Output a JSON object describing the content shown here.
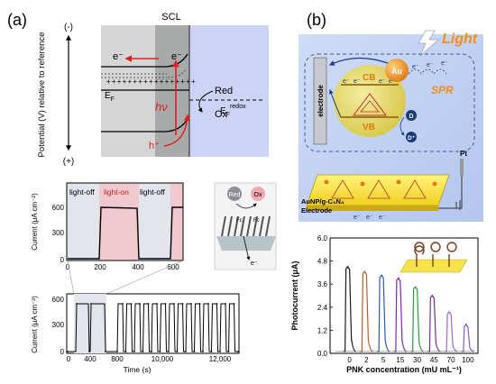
{
  "panel_a": {
    "label": "(a)",
    "energy": {
      "y_axis_label": "Potential (V) relative to reference",
      "top_sign": "(-)",
      "bottom_sign": "(+)",
      "scl": "SCL",
      "e1": "e⁻",
      "e2": "e⁻",
      "ef": "E",
      "ef_sub": "F",
      "hv": "hν",
      "h_plus": "h⁺",
      "red": "Red",
      "ox": "Ox",
      "ef_redox": "E",
      "ef_redox_sub": "F",
      "ef_redox_sup": "redox"
    },
    "upper_plot": {
      "y_label": "Current (μA cm⁻²)",
      "y_ticks": [
        "0",
        "300",
        "600"
      ],
      "x_ticks": [
        "0",
        "200",
        "400",
        "600"
      ],
      "regions": [
        "light-off",
        "light-on",
        "light-off"
      ]
    },
    "lower_plot": {
      "y_label": "Current (μA cm⁻²)",
      "y_ticks": [
        "0",
        "300",
        "600"
      ],
      "x_ticks": [
        "0",
        "400",
        "800",
        "10,000",
        "12,000"
      ],
      "x_label": "Time (s)"
    },
    "schematic": {
      "red": "Red",
      "ox": "Ox",
      "fc1": "Fc",
      "fc2": "Fc",
      "e": "e⁻"
    }
  },
  "panel_b": {
    "label": "(b)",
    "light": "Light",
    "au": "Au",
    "cb": "CB",
    "vb": "VB",
    "spr": "SPR",
    "d": "D",
    "d_plus": "D⁺",
    "electrode": "electrode",
    "pt": "Pt",
    "cell_label1": "AuNP/g-C₃N₄",
    "cell_label2": "Electrode",
    "e_labels": [
      "e⁻",
      "e⁻",
      "e⁻"
    ],
    "cb_electrons": [
      "e⁻",
      "e⁻",
      "e⁻",
      "e⁻"
    ],
    "spr_electrons": [
      "e⁻",
      "e⁻",
      "e⁻"
    ]
  },
  "chart_data": {
    "type": "line",
    "ylabel": "Photocurrent (μA)",
    "xlabel": "PNK concentration (mU mL⁻¹)",
    "ylim": [
      0,
      6.0
    ],
    "y_ticks": [
      "0.0",
      "1.2",
      "2.4",
      "3.6",
      "4.8",
      "6.0"
    ],
    "categories": [
      "0",
      "2",
      "5",
      "15",
      "30",
      "45",
      "70",
      "100"
    ],
    "peaks": [
      4.5,
      4.25,
      4.05,
      3.9,
      3.45,
      3.0,
      2.15,
      1.5
    ],
    "colors": {
      "series": [
        "#1a1a1a",
        "#c05a2a",
        "#2a5ab0",
        "#7a2ab0",
        "#2a9a3a",
        "#7a2a9a",
        "#a06ad0",
        "#8a5ac8"
      ]
    }
  }
}
